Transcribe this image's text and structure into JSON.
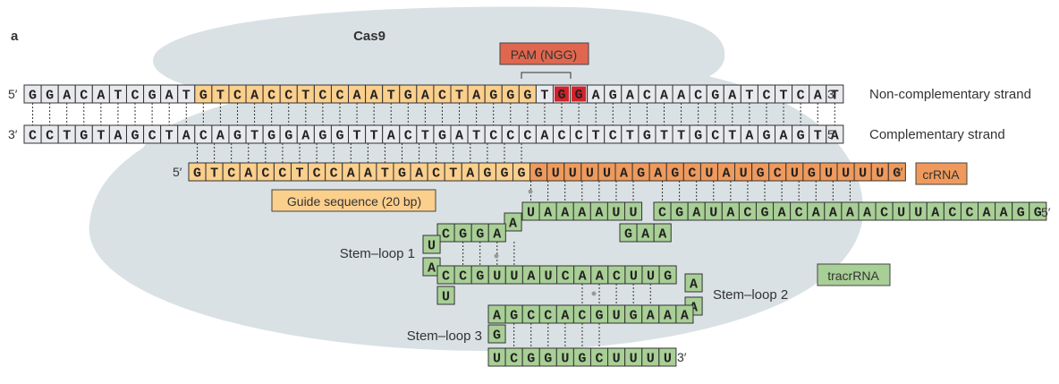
{
  "panel_letter": "a",
  "protein": "Cas9",
  "pam_label": "PAM (NGG)",
  "guide_label": "Guide sequence (20 bp)",
  "crrna_label": "crRNA",
  "tracrrna_label": "tracrRNA",
  "prime5": "5′",
  "prime3": "3′",
  "strands": {
    "noncomplementary": {
      "seq": "GGACATCGATGTCACCTCCAATGACTAGGGTGGAGACAACGATCTCAT",
      "label": "Non-complementary strand"
    },
    "complementary": {
      "seq": "CCTGTAGCTACAGTGGAGGTTACTGATCCCACCTCTGTTGCTAGAGTA",
      "label": "Complementary strand"
    },
    "crrna": {
      "seq": "GTCACCTCCAATGACTAGGGGUUUUAGAGCUAUGCUGUUUUG"
    }
  },
  "tracr": {
    "row1": "CGAUACGACAAAACUUACCAAGG",
    "row1b": "UAAAAUU",
    "loop1_top": "CGGA",
    "loop1_a": "A",
    "loop1_u": "U",
    "loop1_a2": "A",
    "loop1_bottom": "CCGUUAUCAACUUG",
    "loop1_bottom_g": "G",
    "loop1_u2": "U",
    "gaa": "GAA",
    "loop2_a1": "A",
    "loop2_a2": "A",
    "loop3_top": "AGCCACGUGAAA",
    "loop3_g": "G",
    "loop3_bottom": "UCGGUGCUUUU"
  },
  "stem_labels": {
    "s1": "Stem–loop 1",
    "s2": "Stem–loop 2",
    "s3": "Stem–loop 3"
  },
  "colors": {
    "blob": "#d9e1e4",
    "dna_fill": "#e8eaee",
    "guide_fill": "#fbcf8c",
    "repeat_fill": "#ef9a5c",
    "tracr_fill": "#a8cf96",
    "pam_fill": "#e0674f",
    "pam_gg": "#d2232a",
    "grey_text": "#6d8a78"
  }
}
